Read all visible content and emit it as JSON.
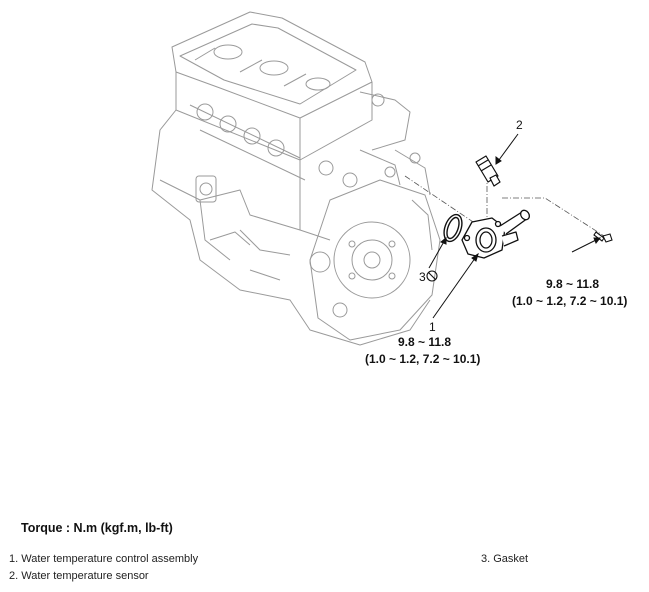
{
  "callouts": {
    "c1": "1",
    "c2": "2",
    "c3": "3"
  },
  "torque_specs": {
    "bolt_value": "9.8 ~ 11.8",
    "bolt_units": "(1.0 ~ 1.2, 7.2 ~ 10.1)",
    "assembly_value": "9.8 ~ 11.8",
    "assembly_units": "(1.0 ~ 1.2, 7.2 ~ 10.1)"
  },
  "torque_heading": "Torque : N.m (kgf.m, lb-ft)",
  "legend": {
    "item1": "1. Water temperature control assembly",
    "item2": "2. Water temperature sensor",
    "item3": "3. Gasket"
  },
  "icons": {
    "gasket_marker": "no-reuse-icon"
  }
}
